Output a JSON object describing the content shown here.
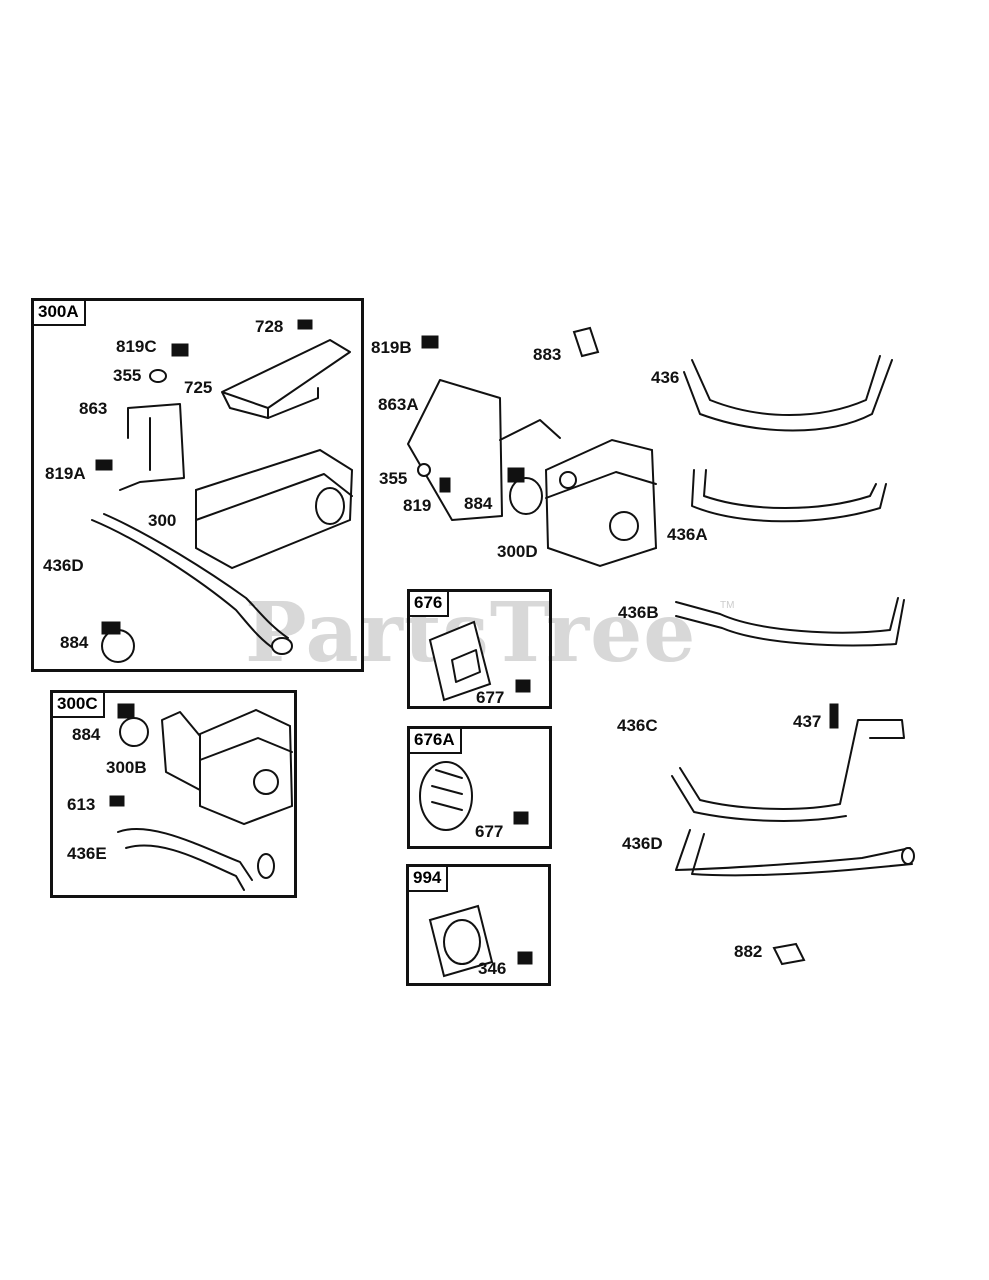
{
  "watermark": {
    "text": "PartsTree",
    "tm": "TM"
  },
  "boxes": {
    "b300A": "300A",
    "b300C": "300C",
    "b676": "676",
    "b676A": "676A",
    "b994": "994"
  },
  "labels": {
    "l728": "728",
    "l819C": "819C",
    "l355a": "355",
    "l725": "725",
    "l863": "863",
    "l819A": "819A",
    "l300": "300",
    "l436Da": "436D",
    "l884a": "884",
    "l819B": "819B",
    "l883": "883",
    "l863A": "863A",
    "l355b": "355",
    "l819": "819",
    "l884b": "884",
    "l300D": "300D",
    "l436": "436",
    "l436A": "436A",
    "l436B": "436B",
    "l436C": "436C",
    "l437": "437",
    "l436Db": "436D",
    "l882": "882",
    "l884c": "884",
    "l300B": "300B",
    "l613": "613",
    "l436E": "436E",
    "l677a": "677",
    "l677b": "677",
    "l346": "346"
  }
}
